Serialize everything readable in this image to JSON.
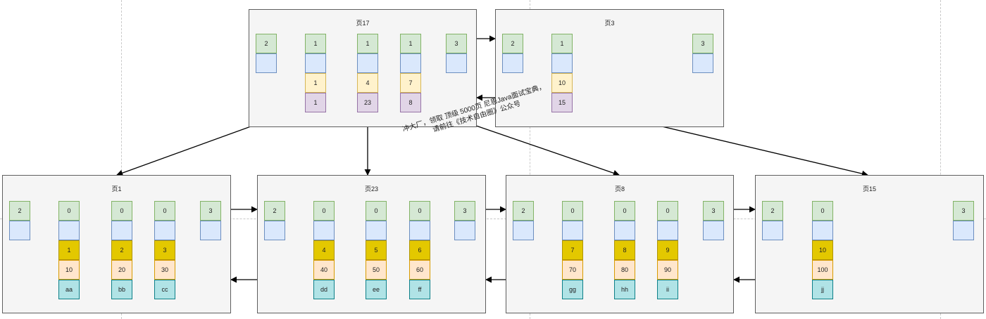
{
  "watermark": {
    "line1": "冲大厂，领取 顶级 5000页 尼恩Java面试宝典，",
    "line2": "请前往《技术自由圈》公众号"
  },
  "pages": [
    {
      "id": "p17",
      "title": "页17",
      "headers": [
        "2",
        "1",
        "1",
        "1",
        "3"
      ],
      "keys": [
        "1",
        "4",
        "7"
      ],
      "children": [
        "1",
        "23",
        "8"
      ]
    },
    {
      "id": "p3",
      "title": "页3",
      "headers": [
        "2",
        "1",
        "3"
      ],
      "keys": [
        "10"
      ],
      "children": [
        "15"
      ]
    },
    {
      "id": "p1",
      "title": "页1",
      "headers": [
        "2",
        "0",
        "0",
        "0",
        "3"
      ],
      "ids": [
        "1",
        "2",
        "3"
      ],
      "nums": [
        "10",
        "20",
        "30"
      ],
      "names": [
        "aa",
        "bb",
        "cc"
      ]
    },
    {
      "id": "p23",
      "title": "页23",
      "headers": [
        "2",
        "0",
        "0",
        "0",
        "3"
      ],
      "ids": [
        "4",
        "5",
        "6"
      ],
      "nums": [
        "40",
        "50",
        "60"
      ],
      "names": [
        "dd",
        "ee",
        "ff"
      ]
    },
    {
      "id": "p8",
      "title": "页8",
      "headers": [
        "2",
        "0",
        "0",
        "0",
        "3"
      ],
      "ids": [
        "7",
        "8",
        "9"
      ],
      "nums": [
        "70",
        "80",
        "90"
      ],
      "names": [
        "gg",
        "hh",
        "ii"
      ]
    },
    {
      "id": "p15",
      "title": "页15",
      "headers": [
        "2",
        "0",
        "3"
      ],
      "ids": [
        "10"
      ],
      "nums": [
        "100"
      ],
      "names": [
        "jj"
      ]
    }
  ]
}
